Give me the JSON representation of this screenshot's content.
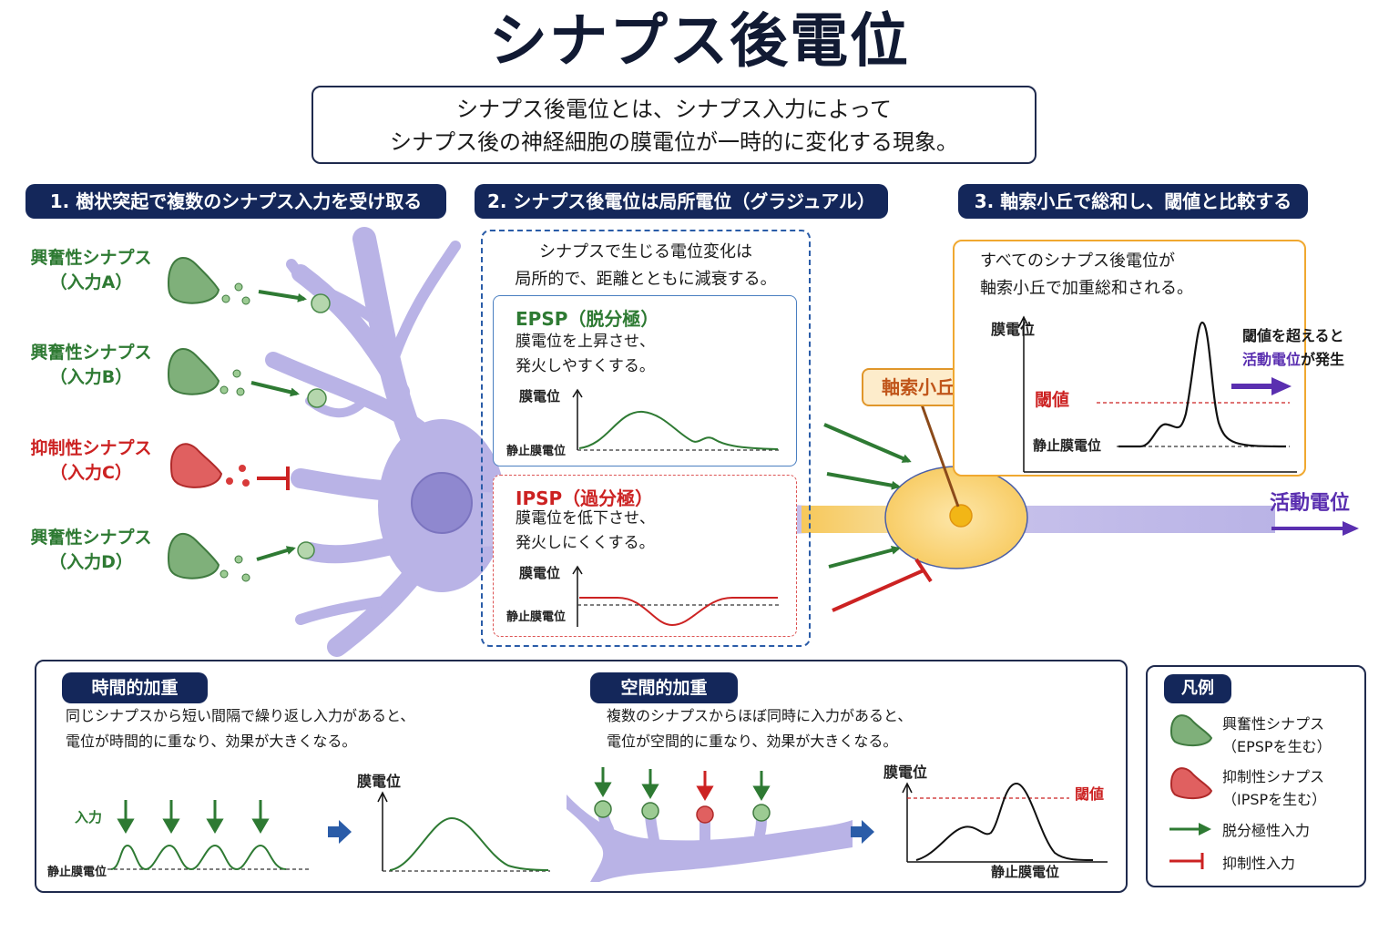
{
  "title": "シナプス後電位",
  "definition": {
    "line1": "シナプス後電位とは、シナプス入力によって",
    "line2": "シナプス後の神経細胞の膜電位が一時的に変化する現象。"
  },
  "steps": [
    {
      "label": "1. 樹状突起で複数のシナプス入力を受け取る"
    },
    {
      "label": "2. シナプス後電位は局所電位（グラジュアル）"
    },
    {
      "label": "3. 軸索小丘で総和し、閾値と比較する"
    }
  ],
  "synapses": [
    {
      "type": "興奮性シナプス",
      "input": "（入力A）"
    },
    {
      "type": "興奮性シナプス",
      "input": "（入力B）"
    },
    {
      "type": "抑制性シナプス",
      "input": "（入力C）"
    },
    {
      "type": "興奮性シナプス",
      "input": "（入力D）"
    }
  ],
  "panel2": {
    "intro1": "シナプスで生じる電位変化は",
    "intro2": "局所的で、距離とともに減衰する。",
    "epsp": {
      "title": "EPSP（脱分極）",
      "desc1": "膜電位を上昇させ、",
      "desc2": "発火しやすくする。"
    },
    "ipsp": {
      "title": "IPSP（過分極）",
      "desc1": "膜電位を低下させ、",
      "desc2": "発火しにくくする。"
    },
    "ylabel": "膜電位",
    "baseline": "静止膜電位"
  },
  "panel3": {
    "intro1": "すべてのシナプス後電位が",
    "intro2": "軸索小丘で加重総和される。",
    "ylabel": "膜電位",
    "threshold": "閾値",
    "baseline": "静止膜電位",
    "note1": "閾値を超えると",
    "note2_highlight": "活動電位",
    "note2_rest": "が発生"
  },
  "hillock_label": "軸索小丘",
  "action_potential_label": "活動電位",
  "temporal": {
    "title": "時間的加重",
    "desc1": "同じシナプスから短い間隔で繰り返し入力があると、",
    "desc2": "電位が時間的に重なり、効果が大きくなる。",
    "input_label": "入力",
    "baseline": "静止膜電位",
    "ylabel": "膜電位"
  },
  "spatial": {
    "title": "空間的加重",
    "desc1": "複数のシナプスからほぼ同時に入力があると、",
    "desc2": "電位が空間的に重なり、効果が大きくなる。",
    "ylabel": "膜電位",
    "threshold": "閾値",
    "baseline": "静止膜電位"
  },
  "legend": {
    "title": "凡例",
    "items": [
      {
        "line1": "興奮性シナプス",
        "line2": "（EPSPを生む）"
      },
      {
        "line1": "抑制性シナプス",
        "line2": "（IPSPを生む）"
      },
      {
        "line1": "脱分極性入力"
      },
      {
        "line1": "抑制性入力"
      }
    ]
  },
  "colors": {
    "navy": "#14275a",
    "excitatory": "#2e7a33",
    "inhibitory": "#cc2222",
    "neuron": "#b9b3e6",
    "hillock": "#f7c85a",
    "action_potential": "#5a2fb0"
  }
}
